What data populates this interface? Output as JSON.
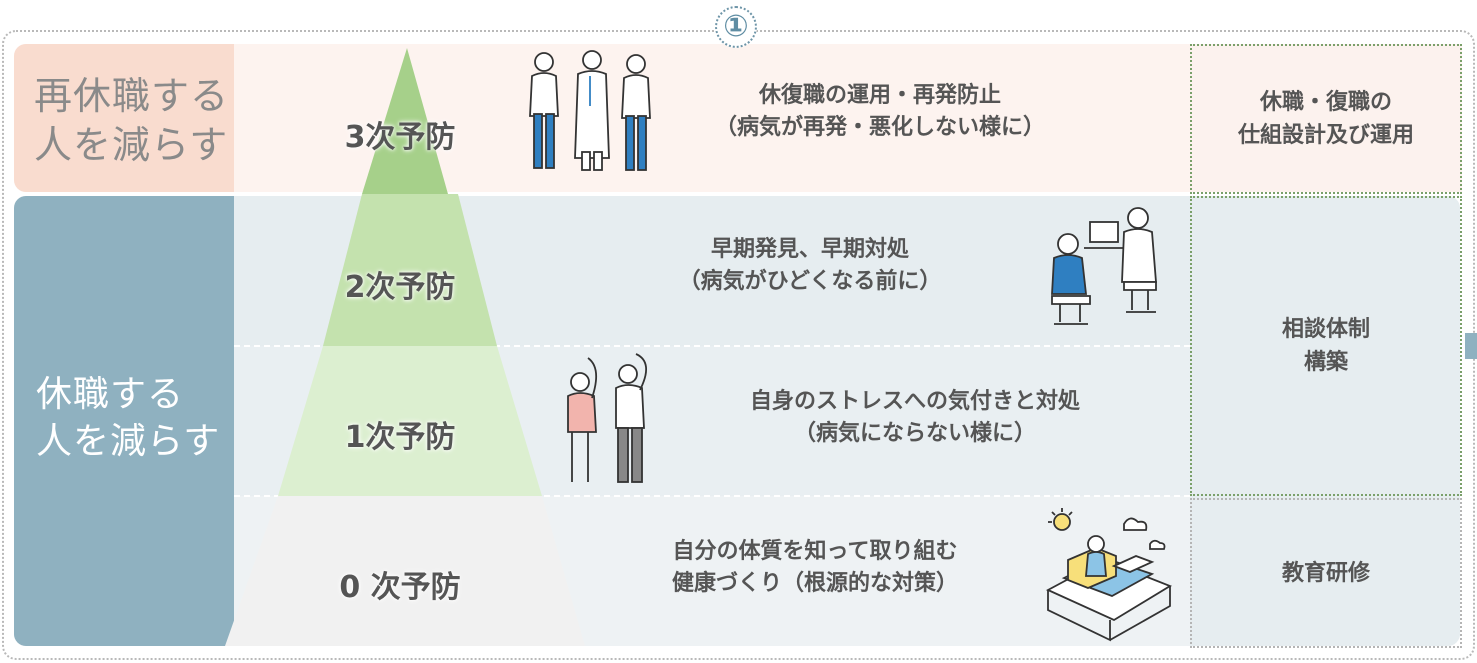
{
  "badge": "①",
  "sections": {
    "top_label": [
      "再休職する",
      "人を減らす"
    ],
    "bottom_label": [
      "休職する",
      "人を減らす"
    ]
  },
  "levels": [
    {
      "name": "3次予防",
      "desc": [
        "休復職の運用・再発防止",
        "（病気が再発・悪化しない様に）"
      ]
    },
    {
      "name": "2次予防",
      "desc": [
        "早期発見、早期対処",
        "（病気がひどくなる前に）"
      ]
    },
    {
      "name": "1次予防",
      "desc": [
        "自身のストレスへの気付きと対処",
        "（病気にならない様に）"
      ]
    },
    {
      "name": "0 次予防",
      "desc": [
        "自分の体質を知って取り組む",
        "健康づくり（根源的な対策）"
      ]
    }
  ],
  "right_column": {
    "top": [
      "休職・復職の",
      "仕組設計及び運用"
    ],
    "middle": [
      "相談体制",
      "構築"
    ],
    "bottom": [
      "教育研修"
    ]
  },
  "colors": {
    "pyramid_level3": "#a6d08a",
    "pyramid_level2": "#c4e2ae",
    "pyramid_level1": "#dcefd0",
    "pyramid_level0": "#f1f1f1",
    "accent_blue": "#8fb1c0",
    "accent_peach": "#f9dccf"
  },
  "icons": [
    "medical-staff-icon",
    "doctor-consultation-icon",
    "stretching-people-icon",
    "relaxing-room-icon"
  ]
}
